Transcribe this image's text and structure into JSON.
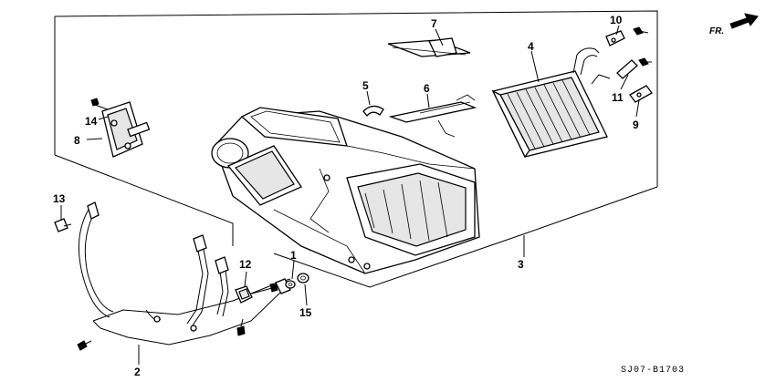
{
  "diagram": {
    "direction_label": "FR.",
    "drawing_code": "SJ07-B1703",
    "callouts": [
      {
        "id": "1",
        "text": "1"
      },
      {
        "id": "2",
        "text": "2"
      },
      {
        "id": "3",
        "text": "3"
      },
      {
        "id": "4",
        "text": "4"
      },
      {
        "id": "5",
        "text": "5"
      },
      {
        "id": "6",
        "text": "6"
      },
      {
        "id": "7",
        "text": "7"
      },
      {
        "id": "8",
        "text": "8"
      },
      {
        "id": "9",
        "text": "9"
      },
      {
        "id": "10",
        "text": "10"
      },
      {
        "id": "11",
        "text": "11"
      },
      {
        "id": "12",
        "text": "12"
      },
      {
        "id": "13",
        "text": "13"
      },
      {
        "id": "14",
        "text": "14"
      },
      {
        "id": "15",
        "text": "15"
      }
    ]
  }
}
